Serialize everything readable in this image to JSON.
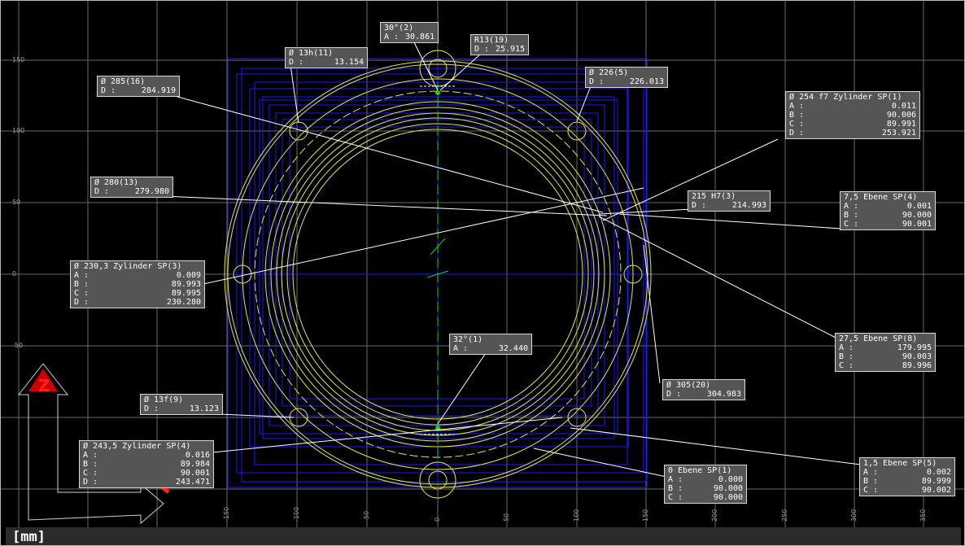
{
  "unit_label": "[mm]",
  "axis": {
    "triad_label": "Z"
  },
  "y_ticks": [
    "150",
    "100",
    "50",
    "0",
    "-50"
  ],
  "x_ticks": [
    "-150",
    "-100",
    "-50",
    "0",
    "50",
    "100",
    "150",
    "200",
    "250",
    "300",
    "350"
  ],
  "colors": {
    "background": "#000000",
    "grid": "#6a6a6a",
    "geometry_yellow": "#e6e64a",
    "geometry_blue": "#1a1aff",
    "centerline_green": "#22cc22",
    "label_bg": "#555555",
    "leader": "#ffffff"
  },
  "labels": {
    "angle30": {
      "title": "30°(2)",
      "rows": [
        [
          "A :",
          "30.861"
        ]
      ]
    },
    "r13": {
      "title": "R13(19)",
      "rows": [
        [
          "D :",
          "25.915"
        ]
      ]
    },
    "d13h": {
      "title": "Ø 13h(11)",
      "rows": [
        [
          "D :",
          "13.154"
        ]
      ]
    },
    "d226": {
      "title": "Ø 226(5)",
      "rows": [
        [
          "D :",
          "226.013"
        ]
      ]
    },
    "d285": {
      "title": "Ø 285(16)",
      "rows": [
        [
          "D :",
          "284.919"
        ]
      ]
    },
    "d254": {
      "title": "Ø 254 f7 Zylinder SP(1)",
      "rows": [
        [
          "A :",
          "0.011"
        ],
        [
          "B :",
          "90.006"
        ],
        [
          "C :",
          "89.991"
        ],
        [
          "D :",
          "253.921"
        ]
      ]
    },
    "d280": {
      "title": "Ø 280(13)",
      "rows": [
        [
          "D :",
          "279.980"
        ]
      ]
    },
    "h215": {
      "title": "215 H7(3)",
      "rows": [
        [
          "D :",
          "214.993"
        ]
      ]
    },
    "e75": {
      "title": "7,5 Ebene SP(4)",
      "rows": [
        [
          "A :",
          "0.001"
        ],
        [
          "B :",
          "90.000"
        ],
        [
          "C :",
          "90.001"
        ]
      ]
    },
    "d230": {
      "title": "Ø 230,3 Zylinder SP(3)",
      "rows": [
        [
          "A :",
          "0.009"
        ],
        [
          "B :",
          "89.993"
        ],
        [
          "C :",
          "89.995"
        ],
        [
          "D :",
          "230.280"
        ]
      ]
    },
    "angle32": {
      "title": "32°(1)",
      "rows": [
        [
          "A :",
          "32.440"
        ]
      ]
    },
    "e275": {
      "title": "27,5 Ebene SP(8)",
      "rows": [
        [
          "A :",
          "179.995"
        ],
        [
          "B :",
          "90.003"
        ],
        [
          "C :",
          "89.996"
        ]
      ]
    },
    "d305": {
      "title": "Ø 305(20)",
      "rows": [
        [
          "D :",
          "304.983"
        ]
      ]
    },
    "d13f": {
      "title": "Ø 13f(9)",
      "rows": [
        [
          "D :",
          "13.123"
        ]
      ]
    },
    "d2435": {
      "title": "Ø 243,5 Zylinder SP(4)",
      "rows": [
        [
          "A :",
          "0.016"
        ],
        [
          "B :",
          "89.984"
        ],
        [
          "C :",
          "90.001"
        ],
        [
          "D :",
          "243.471"
        ]
      ]
    },
    "e0": {
      "title": "0 Ebene SP(1)",
      "rows": [
        [
          "A :",
          "0.000"
        ],
        [
          "B :",
          "90.000"
        ],
        [
          "C :",
          "90.000"
        ]
      ]
    },
    "e15": {
      "title": "1,5 Ebene SP(5)",
      "rows": [
        [
          "A :",
          "0.002"
        ],
        [
          "B :",
          "89.999"
        ],
        [
          "C :",
          "90.002"
        ]
      ]
    }
  }
}
